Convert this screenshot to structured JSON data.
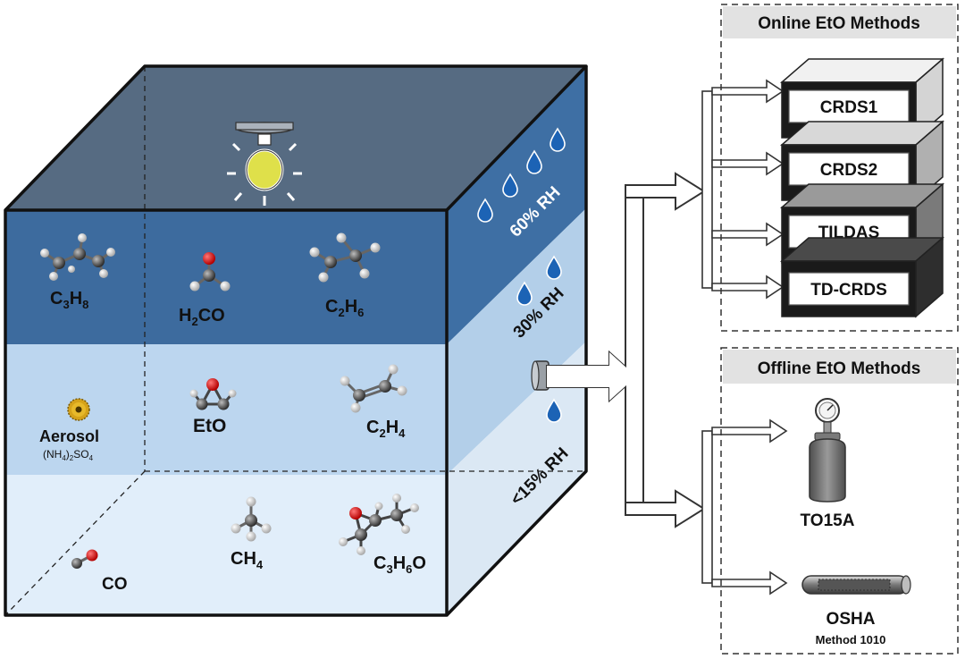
{
  "chamber": {
    "rh_levels": [
      "60% RH",
      "30% RH",
      "<15% RH"
    ],
    "molecules": {
      "propane": {
        "main": "C",
        "sub1": "3",
        "mid": "H",
        "sub2": "8"
      },
      "formaldehyde": {
        "main": "H",
        "sub1": "2",
        "mid": "CO"
      },
      "ethane": {
        "main": "C",
        "sub1": "2",
        "mid": "H",
        "sub2": "6"
      },
      "eto": "EtO",
      "ethylene": {
        "main": "C",
        "sub1": "2",
        "mid": "H",
        "sub2": "4"
      },
      "aerosol": "Aerosol",
      "aerosol_formula": {
        "a": "(NH",
        "b": "4",
        "c": ")",
        "d": "2",
        "e": "SO",
        "f": "4"
      },
      "co": "CO",
      "methane": {
        "main": "CH",
        "sub1": "4"
      },
      "propylene_oxide": {
        "main": "C",
        "sub1": "3",
        "mid": "H",
        "sub2": "6",
        "end": "O"
      }
    }
  },
  "online": {
    "title": "Online EtO Methods",
    "instruments": [
      "CRDS1",
      "CRDS2",
      "TILDAS",
      "TD-CRDS"
    ]
  },
  "offline": {
    "title": "Offline EtO Methods",
    "canister_label": "TO15A",
    "tube_label": "OSHA",
    "tube_sublabel": "Method 1010"
  },
  "colors": {
    "top_face": "#566b82",
    "band_top": "#3d6b9e",
    "band_mid": "#bcd6ef",
    "band_low": "#e1eefa",
    "drop": "#1c63b5"
  }
}
